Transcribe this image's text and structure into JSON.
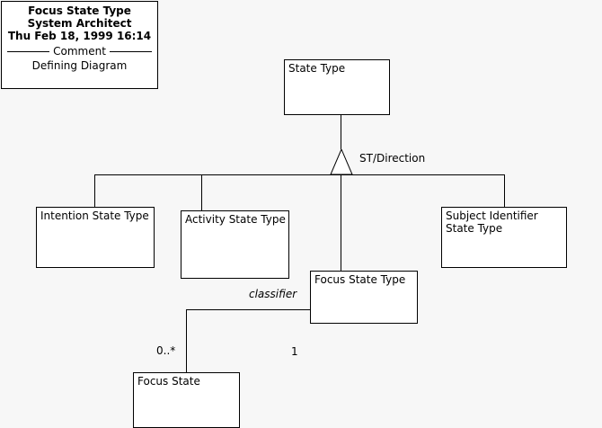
{
  "diagram": {
    "type": "uml-class-diagram",
    "background_color": "#f7f7f7",
    "box_fill_color": "#ffffff",
    "line_color": "#000000"
  },
  "title_block": {
    "line1": "Focus State Type",
    "line2": "System Architect",
    "line3": "Thu Feb 18, 1999  16:14",
    "separator_caption": "Comment",
    "comment": "Defining Diagram"
  },
  "classes": {
    "state_type": {
      "name": "State Type"
    },
    "intention_state_type": {
      "name": "Intention State Type"
    },
    "activity_state_type": {
      "name": "Activity State Type"
    },
    "focus_state_type": {
      "name": "Focus State Type"
    },
    "subject_identifier_state_type": {
      "name": "Subject Identifier State Type"
    },
    "focus_state": {
      "name": "Focus State"
    }
  },
  "edges": {
    "generalization_label": "ST/Direction",
    "association_role": "classifier",
    "multiplicity_one": "1",
    "multiplicity_many": "0..*"
  },
  "icons": {
    "generalization_triangle": "hollow-triangle-icon"
  }
}
